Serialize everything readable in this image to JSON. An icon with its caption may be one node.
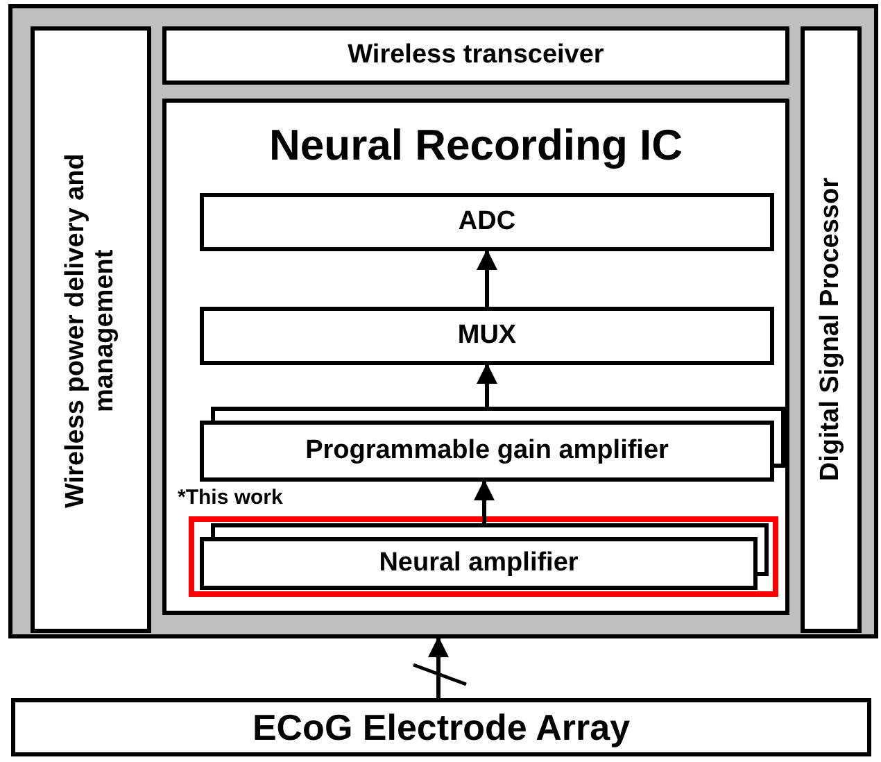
{
  "diagram": {
    "nodes": [
      {
        "text": [],
        "shape": "box"
      },
      {
        "text": [
          "Wireless power delivery and management"
        ],
        "in": 0
      },
      {
        "text": [
          "Wireless transceiver"
        ],
        "in": 0
      },
      {
        "text": [
          "Neural Recording IC"
        ],
        "in": 0
      },
      {
        "text": [
          "ADC"
        ],
        "in": 3
      },
      {
        "text": [
          "MUX"
        ],
        "in": 3
      },
      {
        "text": [
          "Programmable gain amplifier"
        ],
        "in": 3
      },
      {
        "text": [
          "*This work"
        ],
        "in": 3
      },
      {
        "text": [
          "Neural amplifier"
        ],
        "in": 7
      },
      {
        "text": [
          "Digital Signal Processor"
        ],
        "in": 0
      },
      {
        "text": [
          "ECoG Electrode Array"
        ]
      }
    ],
    "edges": [
      {
        "from": 8,
        "to": 6,
        "arrow": "to"
      },
      {
        "from": 6,
        "to": 5,
        "arrow": "to"
      },
      {
        "from": 5,
        "to": 4,
        "arrow": "to"
      },
      {
        "from": 10,
        "to": 0,
        "arrow": "to"
      }
    ]
  }
}
